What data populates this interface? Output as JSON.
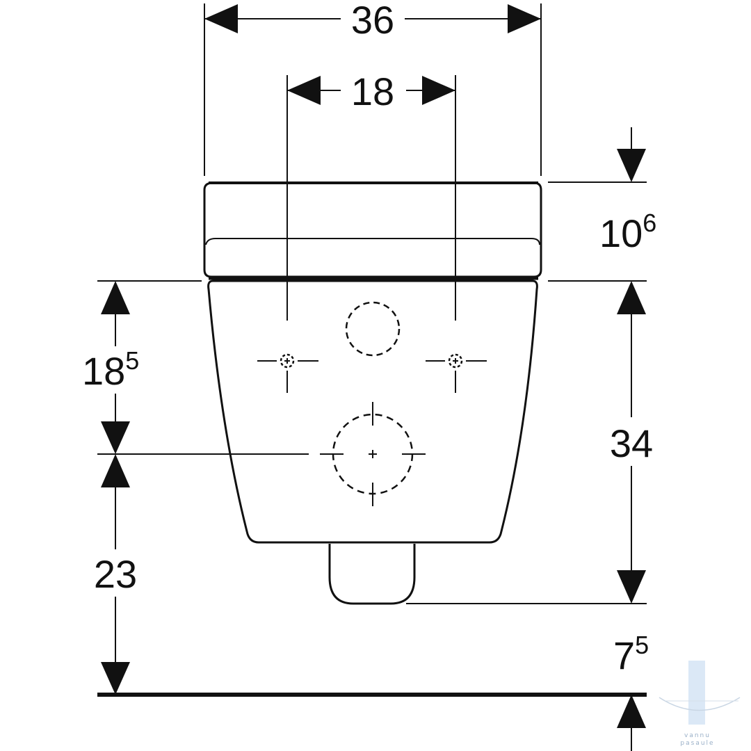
{
  "dimensions": {
    "overall_width": {
      "main": "36",
      "sup": ""
    },
    "fixing_spacing": {
      "main": "18",
      "sup": ""
    },
    "seat_height": {
      "main": "10",
      "sup": "6"
    },
    "top_to_outlet": {
      "main": "18",
      "sup": "5"
    },
    "outlet_to_floor": {
      "main": "23",
      "sup": ""
    },
    "bowl_depth": {
      "main": "34",
      "sup": ""
    },
    "bottom_to_floor": {
      "main": "7",
      "sup": "5"
    }
  },
  "watermark": {
    "line1": "vannu",
    "line2": "pasaule"
  },
  "colors": {
    "line": "#111111",
    "background": "#ffffff",
    "watermark": "#9ab0c8"
  }
}
